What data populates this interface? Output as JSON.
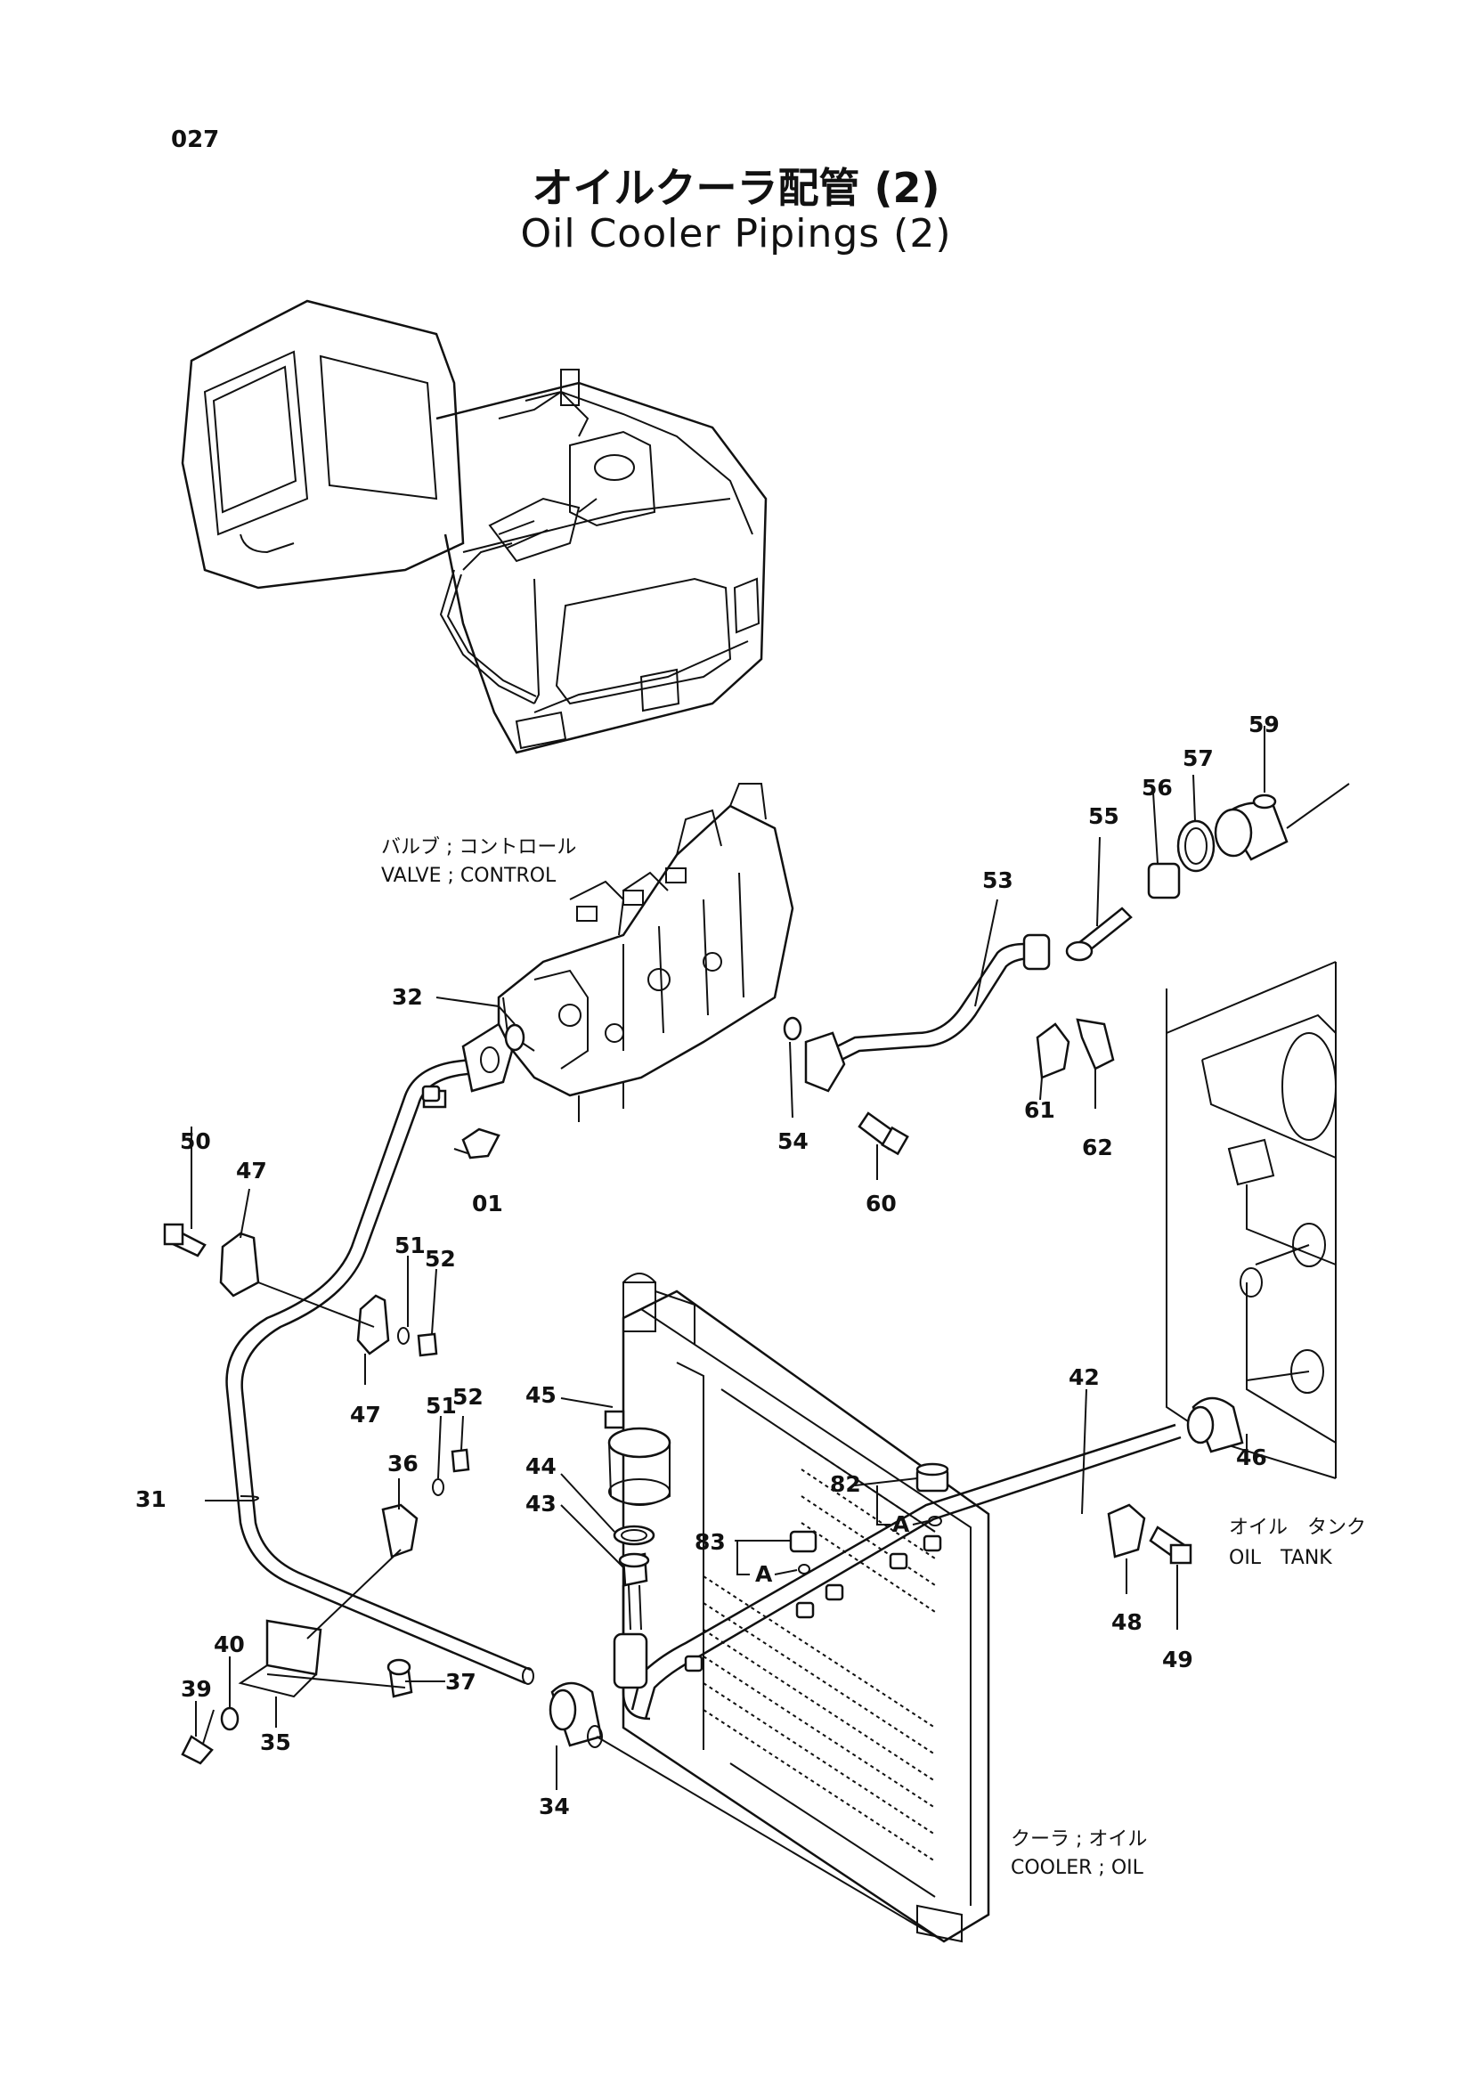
{
  "page_number": "027",
  "title_ja": "オイルクーラ配管 (2)",
  "title_en": "Oil Cooler Pipings (2)",
  "captions": {
    "valve_ja": "バルブ ; コントロール",
    "valve_en": "VALVE ; CONTROL",
    "tank_ja": "オイル　タンク",
    "tank_en": "OIL　TANK",
    "cooler_ja": "クーラ ; オイル",
    "cooler_en": "COOLER ; OIL"
  },
  "parts": [
    "01",
    "31",
    "32",
    "34",
    "35",
    "36",
    "37",
    "39",
    "40",
    "42",
    "43",
    "44",
    "45",
    "46",
    "47",
    "47",
    "48",
    "49",
    "50",
    "51",
    "51",
    "52",
    "52",
    "53",
    "54",
    "55",
    "56",
    "57",
    "59",
    "60",
    "61",
    "62",
    "82",
    "83"
  ],
  "callout_letters": [
    "A",
    "A"
  ]
}
